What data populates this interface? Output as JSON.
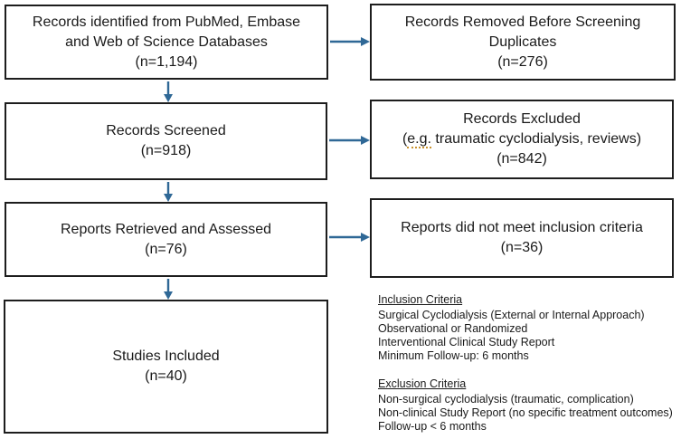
{
  "diagram": {
    "boxes": {
      "identified": {
        "line1": "Records identified from PubMed, Embase",
        "line2": "and Web of Science Databases",
        "line3": "(n=1,194)"
      },
      "removed": {
        "line1": "Records Removed Before Screening",
        "line2": "Duplicates",
        "line3": "(n=276)"
      },
      "screened": {
        "line1": "Records Screened",
        "line2": "(n=918)"
      },
      "excluded": {
        "line1": "Records Excluded",
        "line2_open": "(",
        "line2_eg": "e.g.",
        "line2_rest": " traumatic cyclodialysis, reviews)",
        "line3": "(n=842)"
      },
      "retrieved": {
        "line1": "Reports Retrieved and Assessed",
        "line2": "(n=76)"
      },
      "not_met": {
        "line1": "Reports did not meet inclusion criteria",
        "line2": "(n=36)"
      },
      "included": {
        "line1": "Studies Included",
        "line2": "(n=40)"
      }
    },
    "criteria": {
      "inclusion": {
        "heading": "Inclusion Criteria",
        "items": [
          "Surgical Cyclodialysis (External or Internal Approach)",
          "Observational or Randomized",
          "Interventional Clinical Study Report",
          "Minimum Follow-up: 6 months"
        ]
      },
      "exclusion": {
        "heading": "Exclusion Criteria",
        "items": [
          "Non-surgical cyclodialysis (traumatic, complication)",
          "Non-clinical Study Report (no specific treatment outcomes)",
          "Follow-up < 6 months"
        ]
      }
    },
    "colors": {
      "arrow": "#2F6896",
      "border": "#1d1d1d",
      "text": "#1a1a1a",
      "squiggle": "#C9912D"
    }
  }
}
